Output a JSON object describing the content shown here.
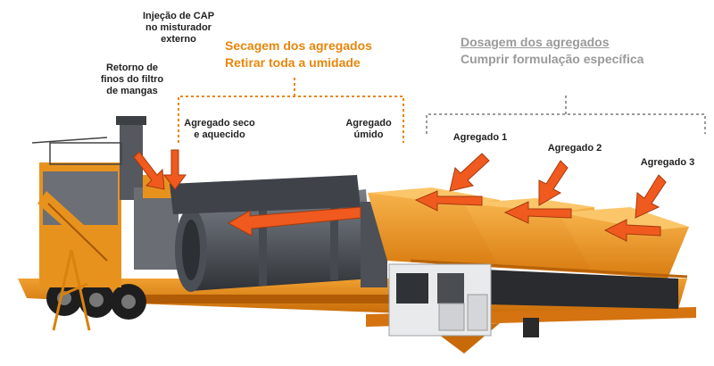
{
  "titles": {
    "secagem_line1": "Secagem dos agregados",
    "secagem_line2": "Retirar toda a umidade",
    "dosagem_line1": "Dosagem dos agregados",
    "dosagem_line2": "Cumprir formulação específica"
  },
  "labels": {
    "injecao_1": "Injeção de CAP",
    "injecao_2": "no misturador",
    "injecao_3": "externo",
    "retorno_1": "Retorno de",
    "retorno_2": "finos do filtro",
    "retorno_3": "de mangas",
    "seco_1": "Agregado seco",
    "seco_2": "e aquecido",
    "umido_1": "Agregado",
    "umido_2": "úmido",
    "agregado1": "Agregado 1",
    "agregado2": "Agregado 2",
    "agregado3": "Agregado 3"
  },
  "colors": {
    "accent_orange": "#e8860c",
    "arrow_orange": "#f05a1e",
    "machine_orange": "#e8921e",
    "drum_grey": "#5b5f66",
    "muted_grey": "#9a9a9a"
  }
}
